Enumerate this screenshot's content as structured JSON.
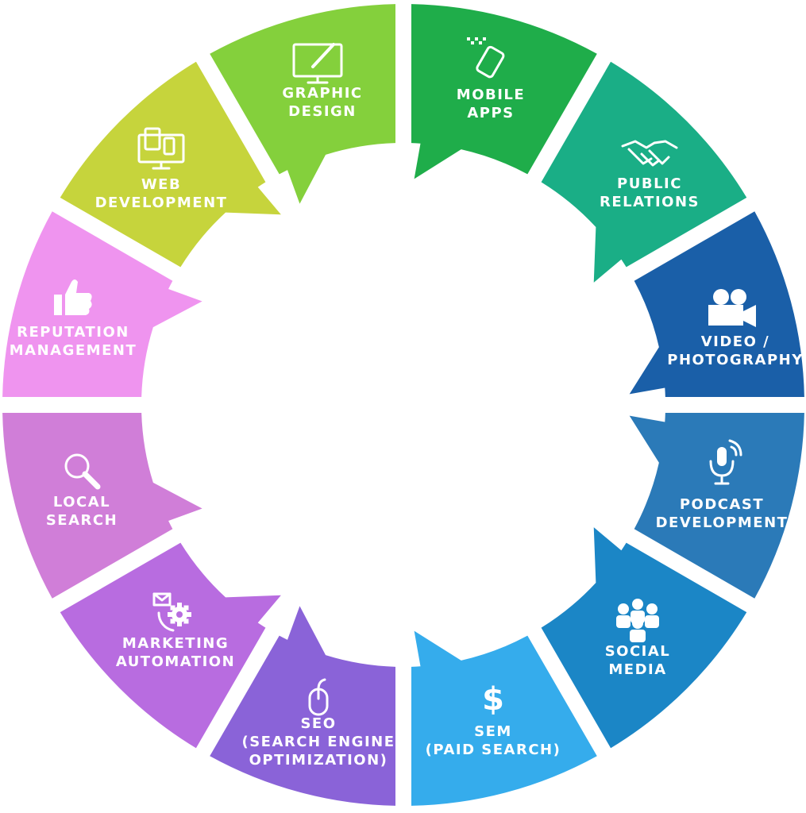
{
  "segments": [
    {
      "id": "mobile-apps",
      "lines": [
        "MOBILE",
        "APPS"
      ],
      "icon": "mobile-phone-icon",
      "color": "#1fad4a"
    },
    {
      "id": "public-relations",
      "lines": [
        "PUBLIC",
        "RELATIONS"
      ],
      "icon": "handshake-icon",
      "color": "#1aae86"
    },
    {
      "id": "video-photography",
      "lines": [
        "VIDEO /",
        "PHOTOGRAPHY"
      ],
      "icon": "video-camera-icon",
      "color": "#1a5fa8"
    },
    {
      "id": "podcast-development",
      "lines": [
        "PODCAST",
        "DEVELOPMENT"
      ],
      "icon": "microphone-icon",
      "color": "#2b7ab8"
    },
    {
      "id": "social-media",
      "lines": [
        "SOCIAL",
        "MEDIA"
      ],
      "icon": "people-group-icon",
      "color": "#1b86c6"
    },
    {
      "id": "sem",
      "lines": [
        "SEM",
        "(PAID SEARCH)"
      ],
      "icon": "dollar-icon",
      "color": "#35acec"
    },
    {
      "id": "seo",
      "lines": [
        "SEO",
        "(SEARCH ENGINE",
        "OPTIMIZATION)"
      ],
      "icon": "mouse-icon",
      "color": "#8a63d8"
    },
    {
      "id": "marketing-automation",
      "lines": [
        "MARKETING",
        "AUTOMATION"
      ],
      "icon": "mail-gear-icon",
      "color": "#b86ce0"
    },
    {
      "id": "local-search",
      "lines": [
        "LOCAL",
        "SEARCH"
      ],
      "icon": "magnifier-icon",
      "color": "#d07ed8"
    },
    {
      "id": "reputation-management",
      "lines": [
        "REPUTATION",
        "MANAGEMENT"
      ],
      "icon": "thumbs-up-icon",
      "color": "#ef94ef"
    },
    {
      "id": "web-development",
      "lines": [
        "WEB",
        "DEVELOPMENT"
      ],
      "icon": "devices-icon",
      "color": "#c6d43c"
    },
    {
      "id": "graphic-design",
      "lines": [
        "GRAPHIC",
        "DESIGN"
      ],
      "icon": "monitor-brush-icon",
      "color": "#84d03c"
    }
  ],
  "dollar_glyph": "$"
}
